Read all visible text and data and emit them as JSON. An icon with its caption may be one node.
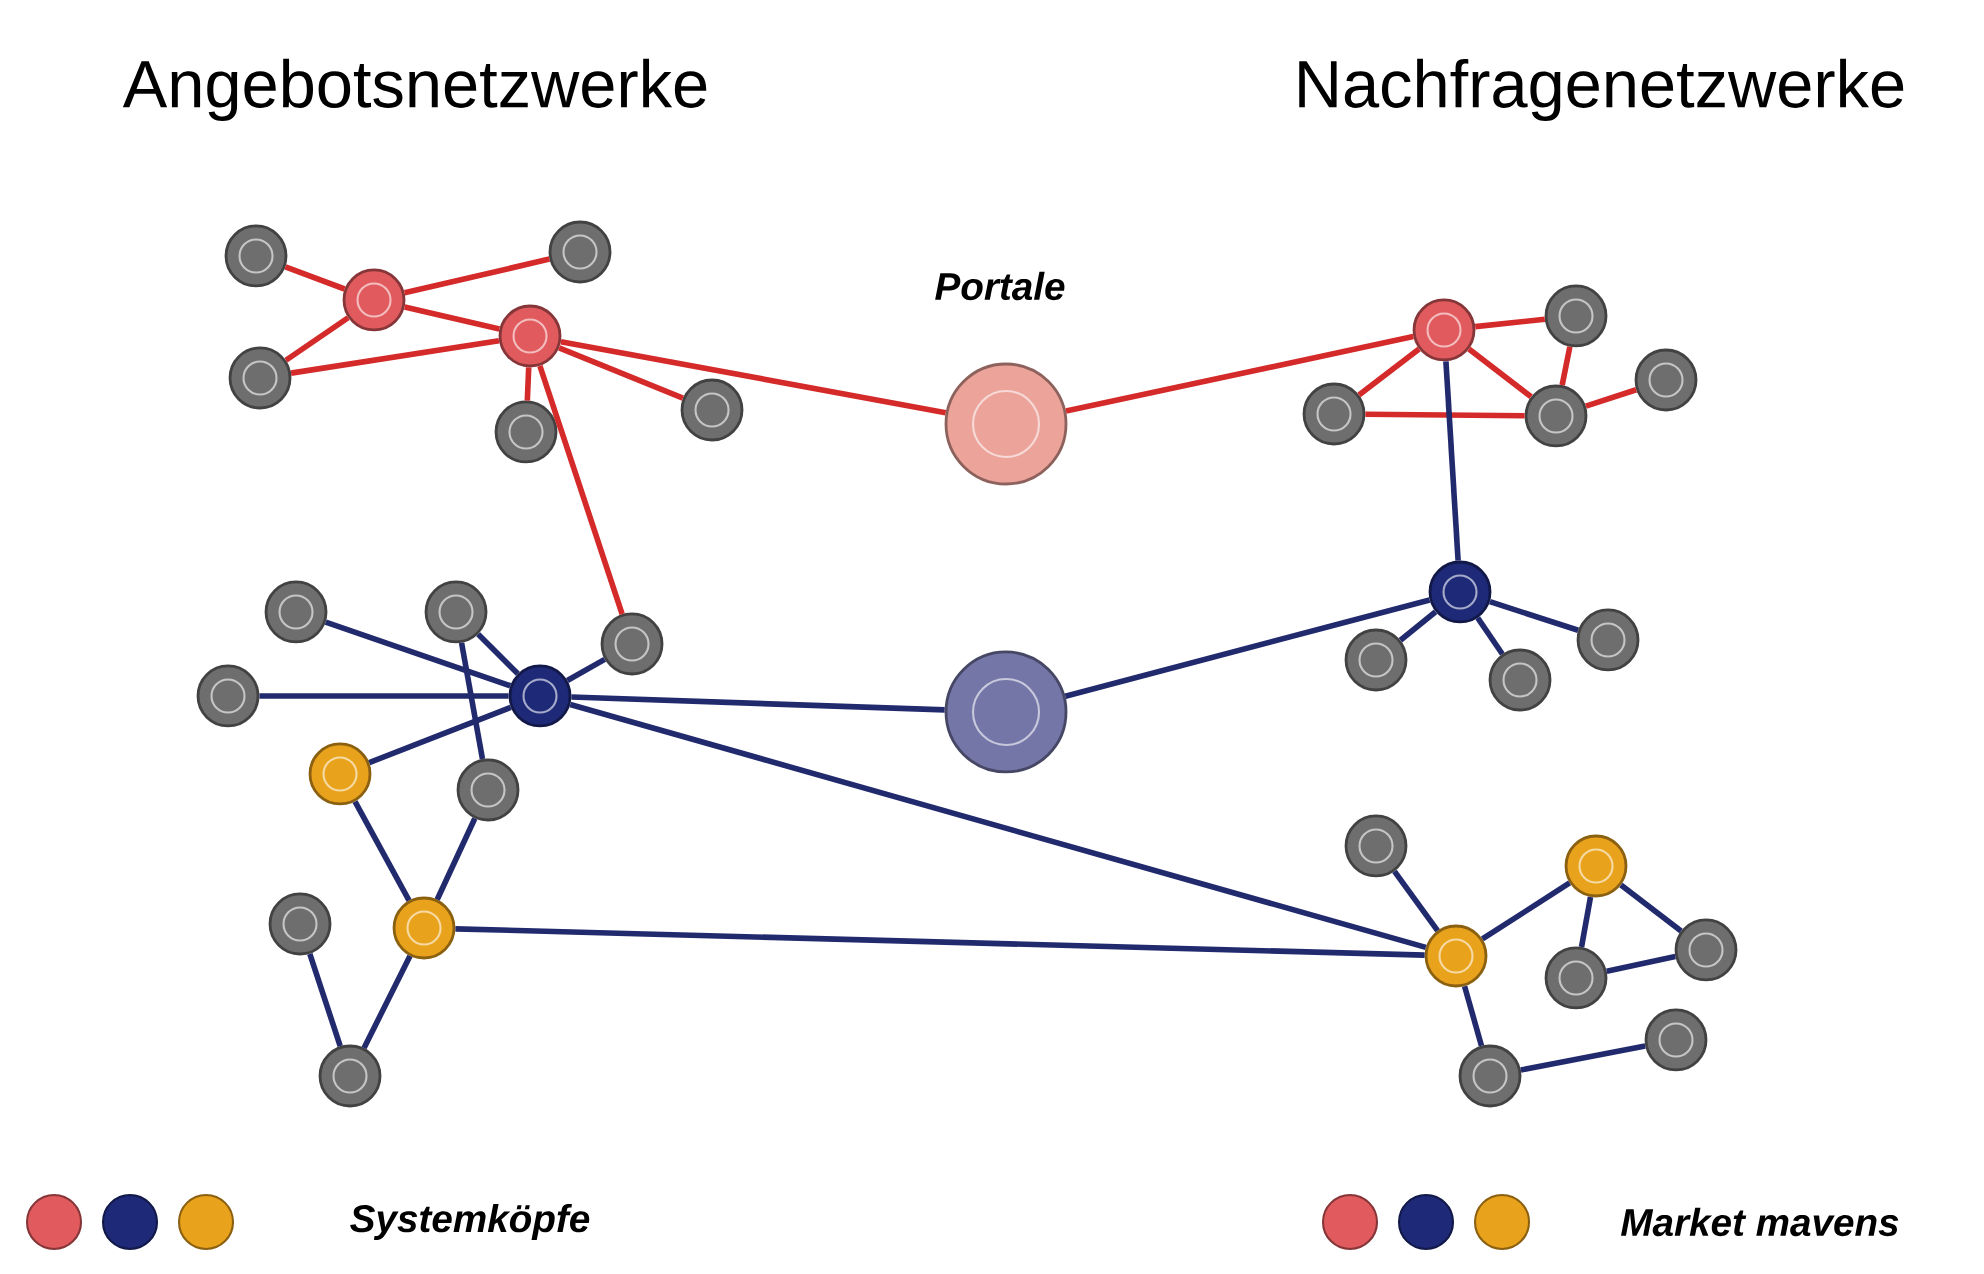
{
  "diagram": {
    "nodes": [
      {
        "text": [],
        "shape": "circle"
      },
      {
        "text": [],
        "shape": "circle"
      },
      {
        "text": [],
        "shape": "circle"
      },
      {
        "text": [],
        "shape": "circle"
      },
      {
        "text": [],
        "shape": "circle"
      },
      {
        "text": [],
        "shape": "circle"
      },
      {
        "text": [],
        "shape": "circle"
      },
      {
        "text": [],
        "shape": "circle"
      },
      {
        "text": [],
        "shape": "circle"
      },
      {
        "text": [],
        "shape": "circle"
      },
      {
        "text": [],
        "shape": "circle"
      },
      {
        "text": [],
        "shape": "circle"
      },
      {
        "text": [],
        "shape": "circle"
      },
      {
        "text": [],
        "shape": "circle"
      },
      {
        "text": [],
        "shape": "circle"
      },
      {
        "text": [],
        "shape": "circle"
      },
      {
        "text": [],
        "shape": "circle"
      },
      {
        "text": [],
        "shape": "circle"
      },
      {
        "text": [],
        "shape": "circle"
      },
      {
        "text": [],
        "shape": "circle"
      },
      {
        "text": [],
        "shape": "circle"
      },
      {
        "text": [],
        "shape": "circle"
      },
      {
        "text": [],
        "shape": "circle"
      },
      {
        "text": [],
        "shape": "circle"
      },
      {
        "text": [],
        "shape": "circle"
      },
      {
        "text": [],
        "shape": "circle"
      },
      {
        "text": [],
        "shape": "circle"
      },
      {
        "text": [],
        "shape": "circle"
      },
      {
        "text": [],
        "shape": "circle"
      },
      {
        "text": [],
        "shape": "circle"
      },
      {
        "text": [],
        "shape": "circle"
      },
      {
        "text": [],
        "shape": "circle"
      },
      {
        "text": [],
        "shape": "circle"
      },
      {
        "text": [],
        "shape": "circle"
      },
      {
        "text": [],
        "shape": "circle"
      }
    ],
    "edges": [
      {
        "from": 2,
        "to": 1,
        "arrow": "none",
        "color": "#d42a2a"
      },
      {
        "from": 2,
        "to": 0,
        "arrow": "none",
        "color": "#d42a2a"
      },
      {
        "from": 2,
        "to": 6,
        "arrow": "none",
        "color": "#d42a2a"
      },
      {
        "from": 2,
        "to": 5,
        "arrow": "none",
        "color": "#d42a2a"
      },
      {
        "from": 6,
        "to": 5,
        "arrow": "none",
        "color": "#d42a2a"
      },
      {
        "from": 5,
        "to": 12,
        "arrow": "none",
        "color": "#d42a2a"
      },
      {
        "from": 5,
        "to": 8,
        "arrow": "none",
        "color": "#d42a2a"
      },
      {
        "from": 5,
        "to": 11,
        "arrow": "none",
        "color": "#d42a2a"
      },
      {
        "from": 5,
        "to": 17,
        "arrow": "none",
        "color": "#d42a2a"
      },
      {
        "from": 4,
        "to": 11,
        "arrow": "none",
        "color": "#d42a2a"
      },
      {
        "from": 4,
        "to": 3,
        "arrow": "none",
        "color": "#d42a2a"
      },
      {
        "from": 4,
        "to": 9,
        "arrow": "none",
        "color": "#d42a2a"
      },
      {
        "from": 4,
        "to": 10,
        "arrow": "none",
        "color": "#d42a2a"
      },
      {
        "from": 9,
        "to": 10,
        "arrow": "none",
        "color": "#d42a2a"
      },
      {
        "from": 3,
        "to": 10,
        "arrow": "none",
        "color": "#d42a2a"
      },
      {
        "from": 10,
        "to": 7,
        "arrow": "none",
        "color": "#d42a2a"
      },
      {
        "from": 4,
        "to": 13,
        "arrow": "none"
      },
      {
        "from": 22,
        "to": 13,
        "arrow": "none"
      },
      {
        "from": 13,
        "to": 18,
        "arrow": "none"
      },
      {
        "from": 13,
        "to": 19,
        "arrow": "none"
      },
      {
        "from": 13,
        "to": 16,
        "arrow": "none"
      },
      {
        "from": 21,
        "to": 14,
        "arrow": "none"
      },
      {
        "from": 21,
        "to": 15,
        "arrow": "none"
      },
      {
        "from": 21,
        "to": 17,
        "arrow": "none"
      },
      {
        "from": 21,
        "to": 20,
        "arrow": "none"
      },
      {
        "from": 21,
        "to": 22,
        "arrow": "none"
      },
      {
        "from": 21,
        "to": 23,
        "arrow": "none"
      },
      {
        "from": 21,
        "to": 30,
        "arrow": "none"
      },
      {
        "from": 15,
        "to": 24,
        "arrow": "none"
      },
      {
        "from": 23,
        "to": 28,
        "arrow": "none"
      },
      {
        "from": 24,
        "to": 28,
        "arrow": "none"
      },
      {
        "from": 28,
        "to": 30,
        "arrow": "none"
      },
      {
        "from": 27,
        "to": 33,
        "arrow": "none"
      },
      {
        "from": 28,
        "to": 33,
        "arrow": "none"
      },
      {
        "from": 30,
        "to": 25,
        "arrow": "none"
      },
      {
        "from": 30,
        "to": 26,
        "arrow": "none"
      },
      {
        "from": 30,
        "to": 34,
        "arrow": "none"
      },
      {
        "from": 26,
        "to": 31,
        "arrow": "none"
      },
      {
        "from": 26,
        "to": 29,
        "arrow": "none"
      },
      {
        "from": 31,
        "to": 29,
        "arrow": "none"
      },
      {
        "from": 34,
        "to": 32,
        "arrow": "none"
      }
    ],
    "labels": [
      "Angebotsnetzwerke",
      "Nachfragenetzwerke",
      "Portale"
    ],
    "legend": [
      {
        "text": "Systemköpfe"
      },
      {
        "text": "Market mavens"
      }
    ]
  }
}
